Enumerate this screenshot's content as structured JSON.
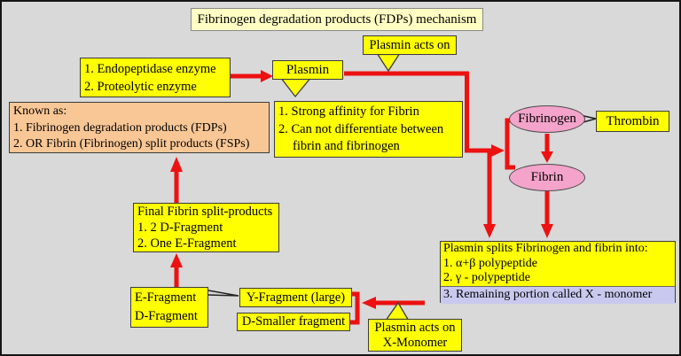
{
  "colors": {
    "background": "#d9d9d9",
    "arrow_red": "#ed1111",
    "box_yellow": "#ffff00",
    "title_pale_yellow": "#ffffc4",
    "known_as_orange": "#f8c795",
    "ellipse_pink": "#f4a3ca",
    "monomer_lavender": "#c9c9ef"
  },
  "title": "Fibrinogen degradation products (FDPs) mechanism",
  "callouts": {
    "plasmin_acts_on_top": "Plasmin acts on",
    "plasmin": "Plasmin",
    "x_monomer": {
      "line1": "Plasmin acts on",
      "line2": "X-Monomer"
    }
  },
  "boxes": {
    "enzyme": {
      "line1": "1. Endopeptidase enzyme",
      "line2": "2. Proteolytic enzyme"
    },
    "affinity": {
      "line1": "1. Strong affinity for Fibrin",
      "line2": "2. Can not differentiate between",
      "line3": "fibrin and fibrinogen"
    },
    "known_as": {
      "line1": "Known as:",
      "line2": "1. Fibrinogen degradation products (FDPs)",
      "line3": "2. OR Fibrin (Fibrinogen) split products (FSPs)"
    },
    "final_split": {
      "line1": "Final Fibrin split-products",
      "line2": "1. 2 D-Fragment",
      "line3": "2. One E-Fragment"
    },
    "ef_fragments": {
      "line1": "E-Fragment",
      "line2": "D-Fragment"
    },
    "y_fragment": "Y-Fragment (large)",
    "d_fragment": "D-Smaller fragment",
    "plasmin_splits": {
      "line1": "Plasmin splits Fibrinogen and fibrin into:",
      "line2": "1. α+β polypeptide",
      "line3": "2. γ - polypeptide",
      "line4": "3. Remaining portion called X - monomer"
    }
  },
  "nodes": {
    "fibrinogen": "Fibrinogen",
    "fibrin": "Fibrin",
    "thrombin": "Thrombin"
  }
}
